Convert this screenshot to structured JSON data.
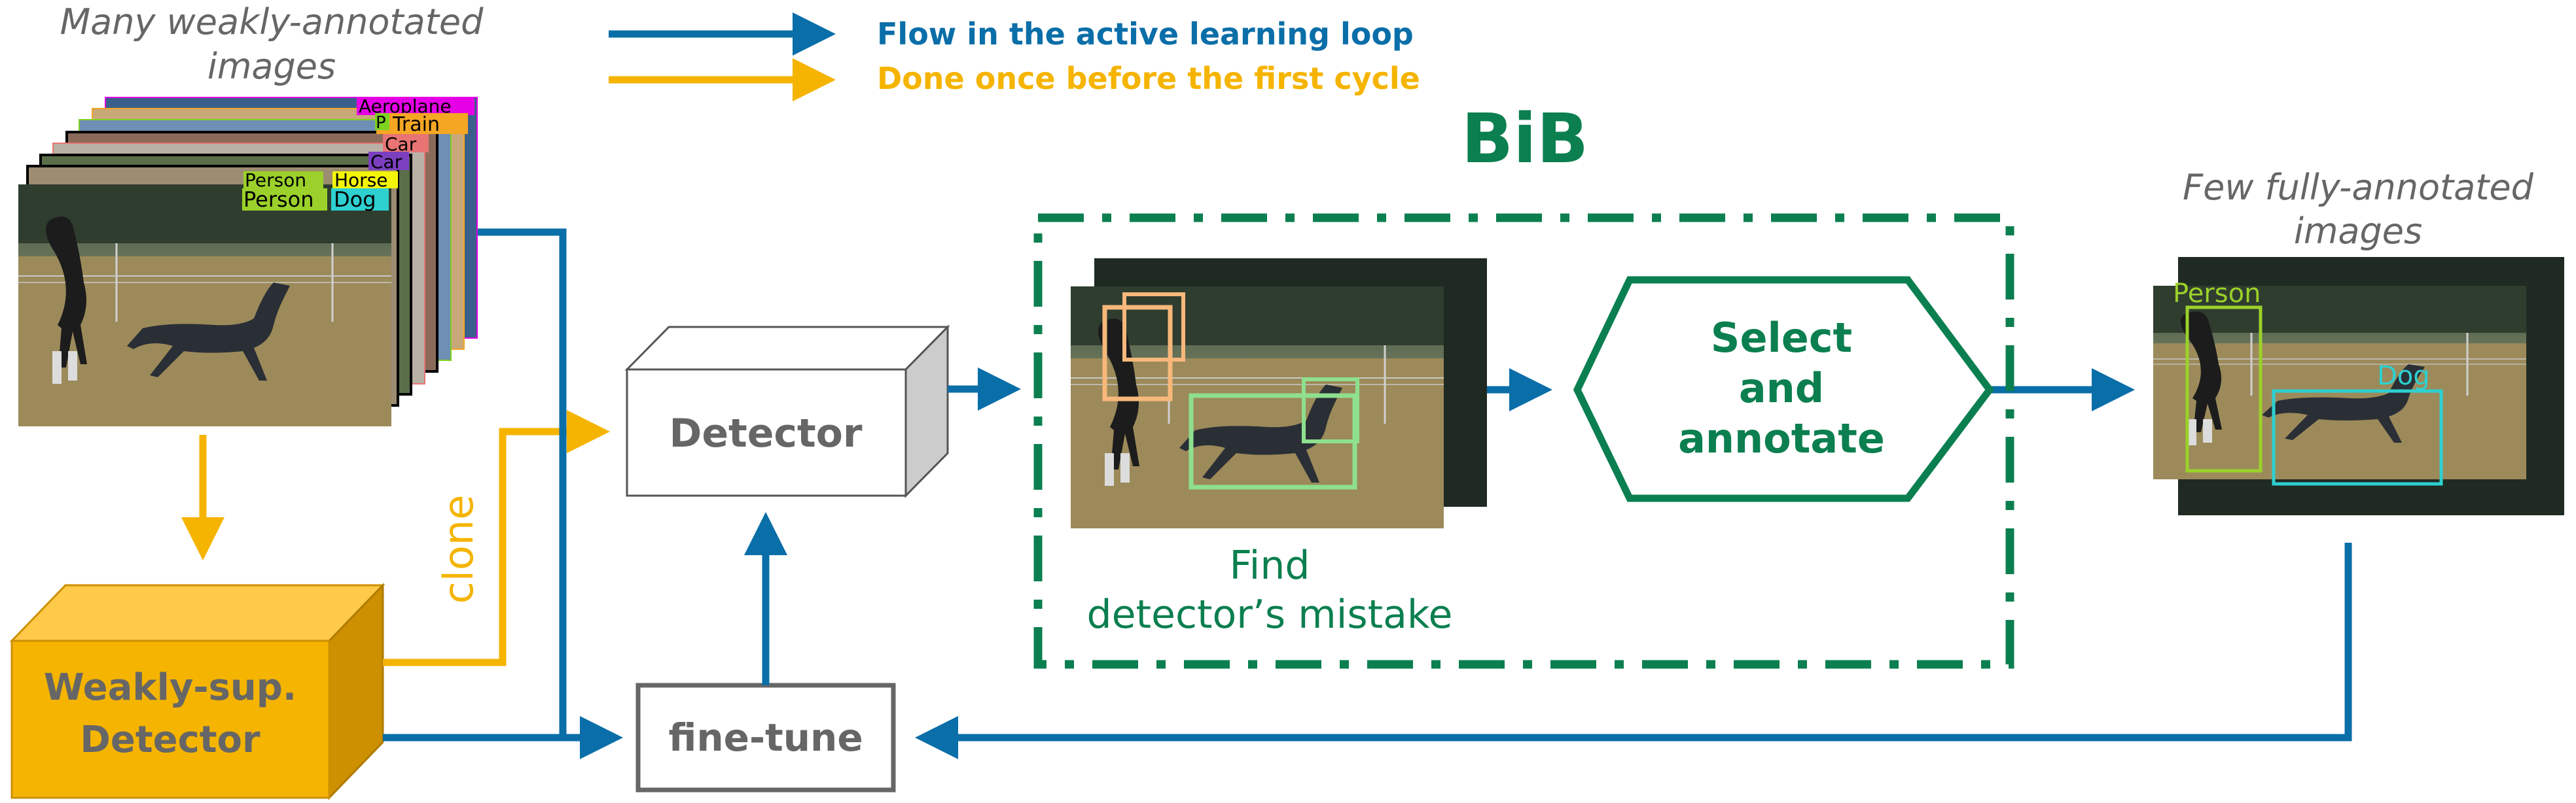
{
  "legend": {
    "flow_label": "Flow in the active learning loop",
    "once_label": "Done once before the first cycle"
  },
  "colors": {
    "flow": "#0a6ea8",
    "once": "#f5b400",
    "bib": "#0b7f4f",
    "detector_face": "#ffffff",
    "detector_stroke": "#666666",
    "weak_front": "#f5b400",
    "weak_top": "#ffc94a",
    "weak_side": "#cc9000",
    "person_box": "#9bd12a",
    "dog_box": "#2ed0d0",
    "mistake_orange": "#f7b87a",
    "mistake_green": "#8ee08e"
  },
  "labels": {
    "weak_images_line1": "Many weakly-annotated",
    "weak_images_line2": "images",
    "full_images_line1": "Few fully-annotated",
    "full_images_line2": "images",
    "bib_title": "BiB",
    "detector": "Detector",
    "weak_detector_line1": "Weakly-sup.",
    "weak_detector_line2": "Detector",
    "finetune": "fine-tune",
    "clone": "clone",
    "select_line1": "Select",
    "select_line2": "and",
    "select_line3": "annotate",
    "find_line1": "Find",
    "find_line2": "detector’s mistake"
  },
  "stack_tags": [
    {
      "text": "Aeroplane",
      "color": "#e600e6"
    },
    {
      "text": "Train",
      "color": "#f5a623"
    },
    {
      "text": "P",
      "color": "#7ed321"
    },
    {
      "text": "Car",
      "color": "#e87474"
    },
    {
      "text": "Car",
      "color": "#7b3fbf"
    },
    {
      "text": "Person",
      "color": "#9bd12a"
    },
    {
      "text": "Horse",
      "color": "#f4f40a"
    },
    {
      "text": "Person",
      "color": "#9bd12a"
    },
    {
      "text": "Dog",
      "color": "#2ed0d0"
    }
  ],
  "result_boxes": {
    "person": "Person",
    "dog": "Dog"
  }
}
